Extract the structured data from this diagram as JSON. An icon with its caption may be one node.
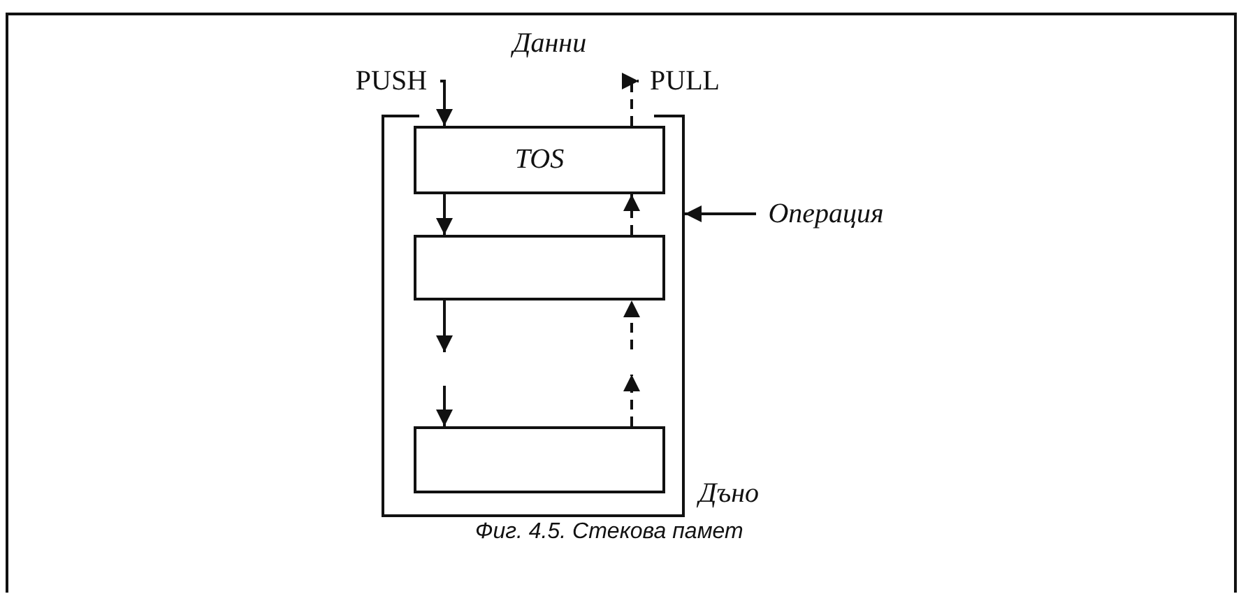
{
  "diagram": {
    "caption": "Фиг. 4.5. Стекова памет",
    "nodes": [
      {
        "text": [],
        "shape": "box"
      },
      {
        "text": [
          "TOS"
        ],
        "in": 0
      },
      {
        "text": [],
        "shape": "box",
        "in": 0
      },
      {
        "text": [],
        "shape": "box",
        "in": 0,
        "beside": [
          "Дъно"
        ]
      },
      {
        "text": [
          "PUSH"
        ]
      },
      {
        "text": [
          "PULL"
        ]
      },
      {
        "text": [
          "Операция"
        ]
      }
    ],
    "edges": [
      {
        "from": 4,
        "to": 1,
        "arrow": "to"
      },
      {
        "from": 1,
        "to": 2,
        "arrow": "to"
      },
      {
        "from": 2,
        "to": null,
        "arrow": "to"
      },
      {
        "from": null,
        "to": 3,
        "arrow": "to"
      },
      {
        "from": 3,
        "to": null,
        "arrow": "to",
        "style": "dashed"
      },
      {
        "from": null,
        "to": 2,
        "arrow": "to",
        "style": "dashed"
      },
      {
        "from": 2,
        "to": 1,
        "arrow": "to",
        "style": "dashed"
      },
      {
        "from": 1,
        "to": 5,
        "arrow": "to",
        "style": "dashed"
      },
      {
        "from": 6,
        "to": 0,
        "arrow": "to"
      }
    ],
    "labels": [
      "Данни"
    ]
  }
}
